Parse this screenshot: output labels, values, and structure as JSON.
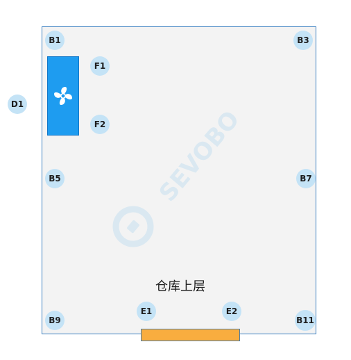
{
  "room": {
    "label": "仓库上层"
  },
  "fan": {
    "icon": "fan-icon",
    "color": "#1e9cf0"
  },
  "door": {
    "color": "#f9ad3f"
  },
  "watermark": {
    "text": "SEVOBO",
    "icon": "watermark-logo-icon"
  },
  "points": {
    "b1": "B1",
    "b3": "B3",
    "b5": "B5",
    "b7": "B7",
    "b9": "B9",
    "b11": "B11",
    "d1": "D1",
    "e1": "E1",
    "e2": "E2",
    "f1": "F1",
    "f2": "F2"
  },
  "colors": {
    "badge_bg": "#c4e3f6",
    "room_border": "#3a7fc1",
    "room_fill": "#f3f3f3"
  }
}
